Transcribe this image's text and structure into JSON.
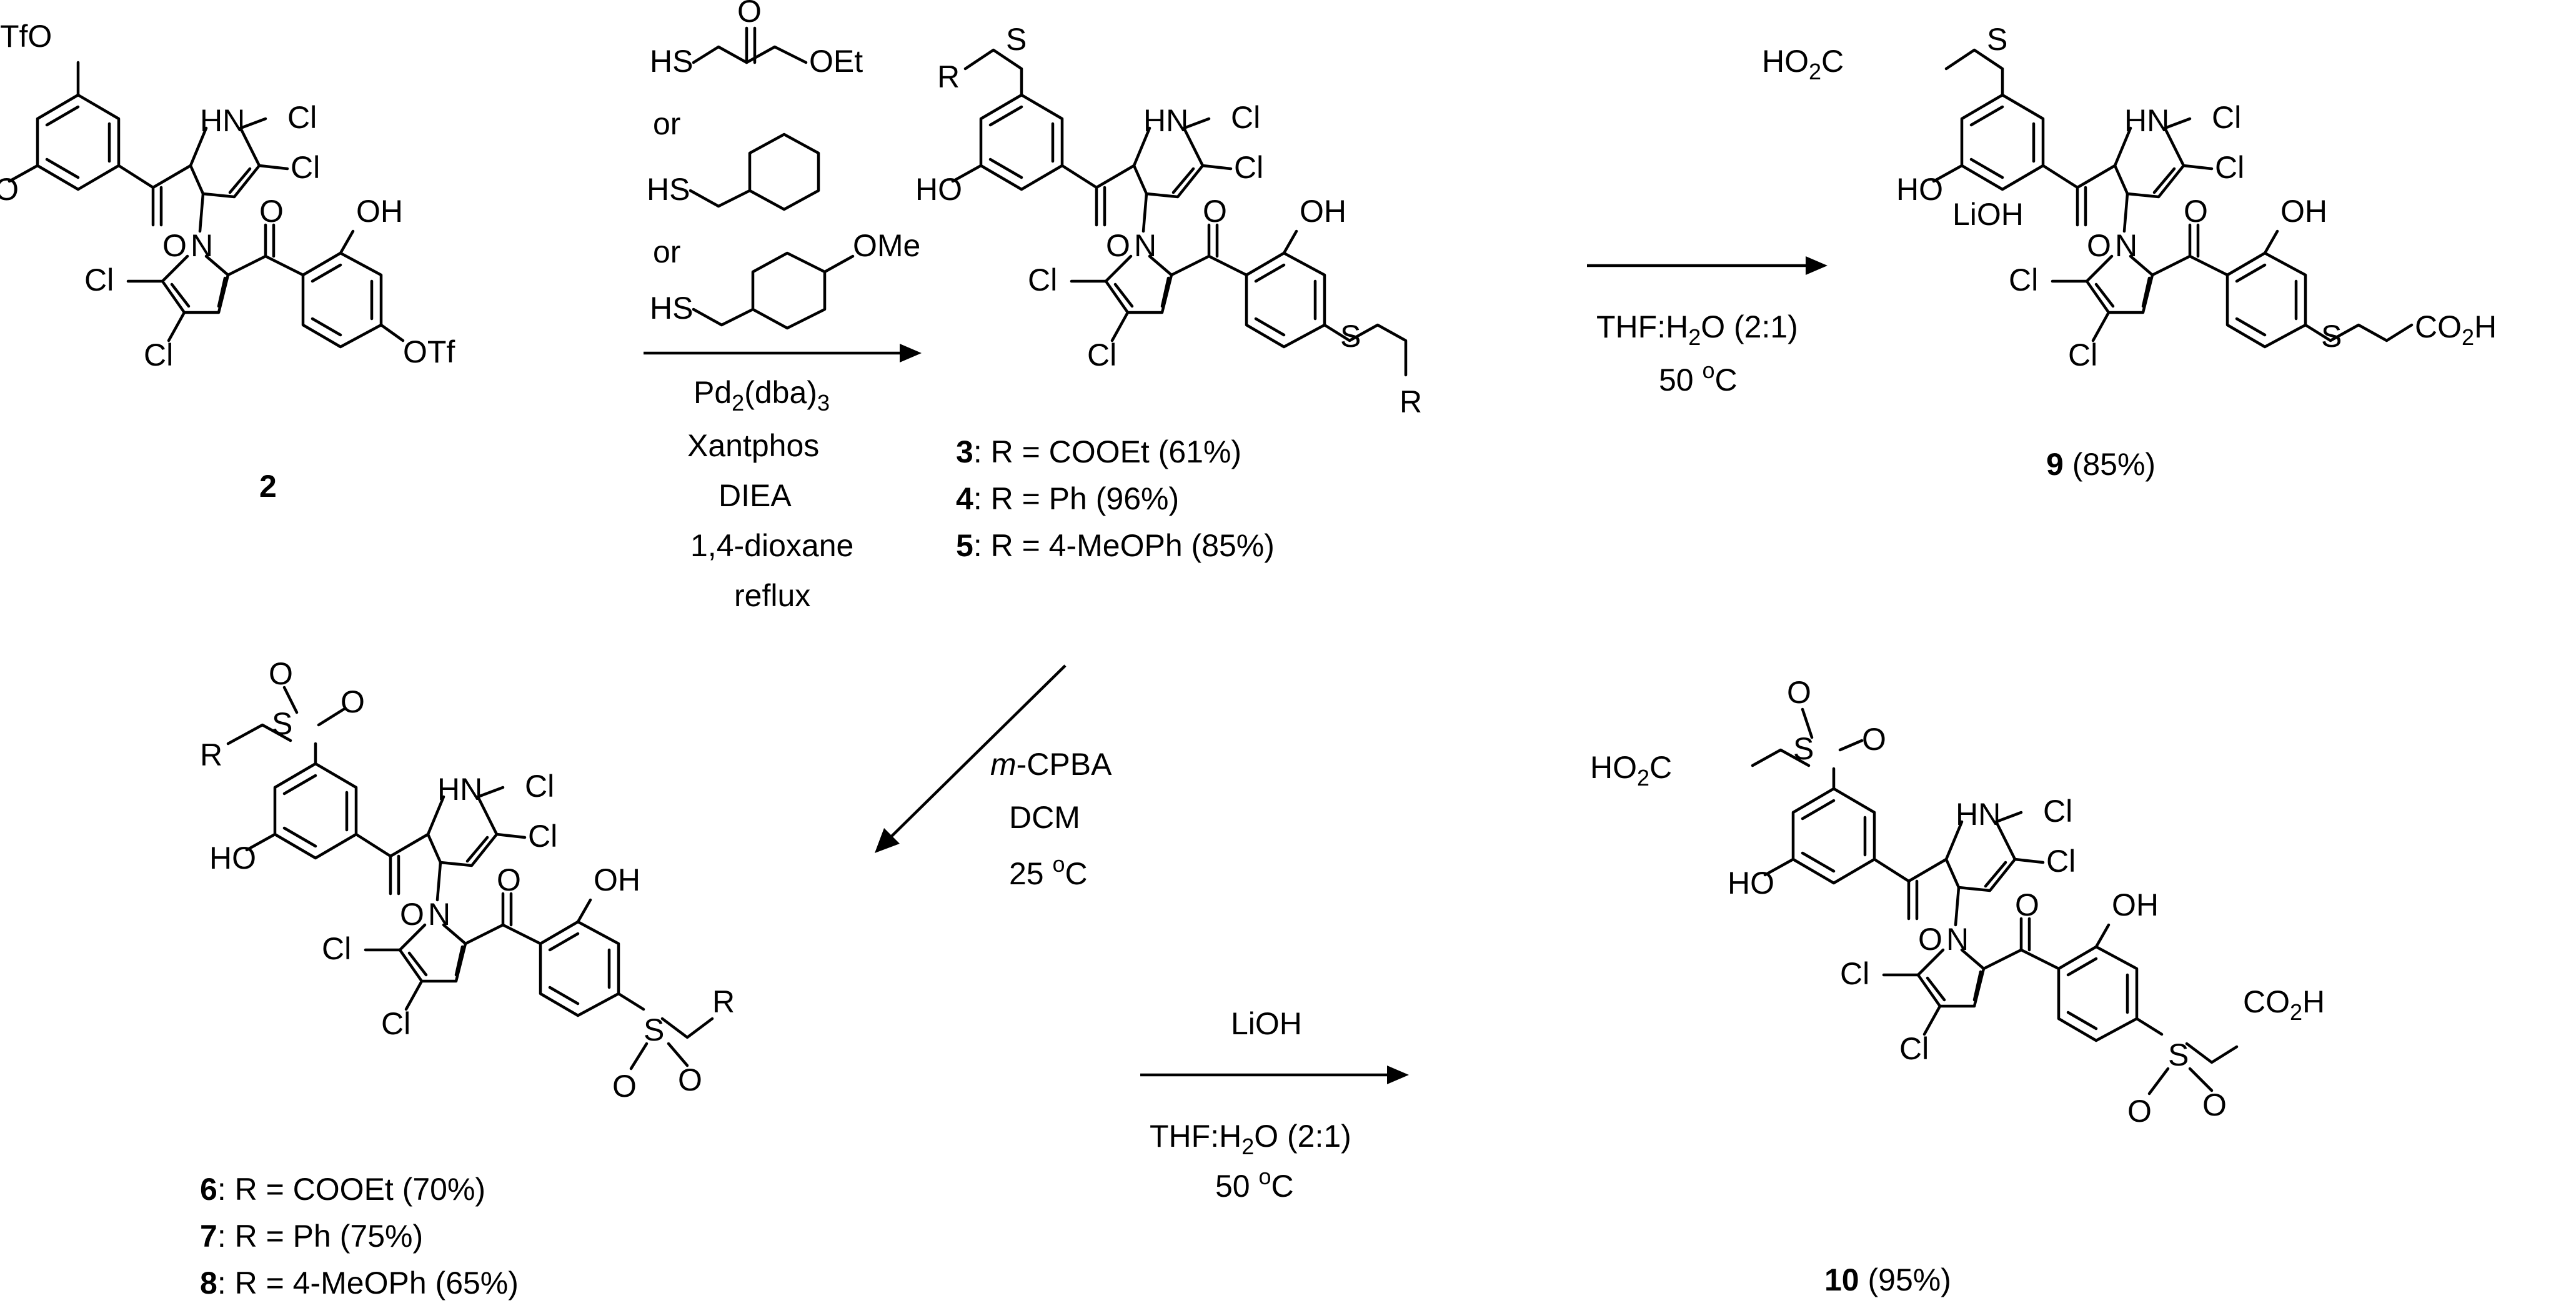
{
  "atoms": {
    "tfo": "TfO",
    "otf": "OTf",
    "ho": "HO",
    "oh": "OH",
    "hn": "HN",
    "n": "N",
    "cl": "Cl",
    "o": "O",
    "s": "S",
    "r": "R",
    "ho2c": "HO",
    "ho2c_sub": "2",
    "ho2c_c": "C",
    "co2h_co": "CO",
    "co2h_sub": "2",
    "co2h_h": "H"
  },
  "compounds": {
    "c2": {
      "number": "2"
    },
    "c3": {
      "number": "3",
      "text": ": R = COOEt (61%)"
    },
    "c4": {
      "number": "4",
      "text": ": R = Ph (96%)"
    },
    "c5": {
      "number": "5",
      "text": ": R = 4-MeOPh (85%)"
    },
    "c6": {
      "number": "6",
      "text": ": R = COOEt (70%)"
    },
    "c7": {
      "number": "7",
      "text": ": R = Ph (75%)"
    },
    "c8": {
      "number": "8",
      "text": ": R = 4-MeOPh (65%)"
    },
    "c9": {
      "number": "9",
      "text": " (85%)"
    },
    "c10": {
      "number": "10",
      "text": " (95%)"
    }
  },
  "reagents": {
    "thiol_hs": "HS",
    "thiol_or": "or",
    "ester_oet": "OEt",
    "ester_o": "O",
    "methoxy": "OMe",
    "pd_a": "Pd",
    "pd_sub": "2",
    "pd_b": "(dba)",
    "pd_sub2": "3",
    "xantphos": "Xantphos",
    "diea": "DIEA",
    "dioxane": "1,4-dioxane",
    "reflux": "reflux",
    "lioh": "LiOH",
    "thf_a": "THF:H",
    "thf_sub": "2",
    "thf_b": "O (2:1)",
    "temp50": "50 ",
    "temp_deg": "o",
    "temp_c": "C",
    "mcpba_m": "m",
    "mcpba_rest": "-CPBA",
    "dcm": "DCM",
    "temp25": "25 "
  }
}
